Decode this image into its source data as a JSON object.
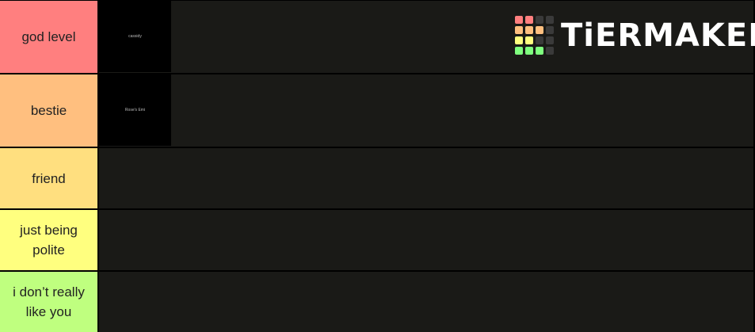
{
  "tiers": [
    {
      "label": "god level",
      "color": "#ff7f7f",
      "items": [
        {
          "text": "cassidy"
        }
      ]
    },
    {
      "label": "bestie",
      "color": "#ffbf7f",
      "items": [
        {
          "text": "Rose's Emi"
        }
      ]
    },
    {
      "label": "friend",
      "color": "#ffdf7f",
      "items": []
    },
    {
      "label": "just being polite",
      "color": "#ffff7f",
      "items": []
    },
    {
      "label": "i don’t really like you",
      "color": "#bfff7f",
      "items": []
    }
  ],
  "logo": {
    "text": "TiERMAKER",
    "cell_colors": [
      [
        "#ff7f7f",
        "#ff7f7f",
        "#3a3a3a",
        "#3a3a3a"
      ],
      [
        "#ffbf7f",
        "#ffbf7f",
        "#ffbf7f",
        "#3a3a3a"
      ],
      [
        "#ffff7f",
        "#ffff7f",
        "#3a3a3a",
        "#3a3a3a"
      ],
      [
        "#7fff7f",
        "#7fff7f",
        "#7fff7f",
        "#3a3a3a"
      ]
    ]
  }
}
